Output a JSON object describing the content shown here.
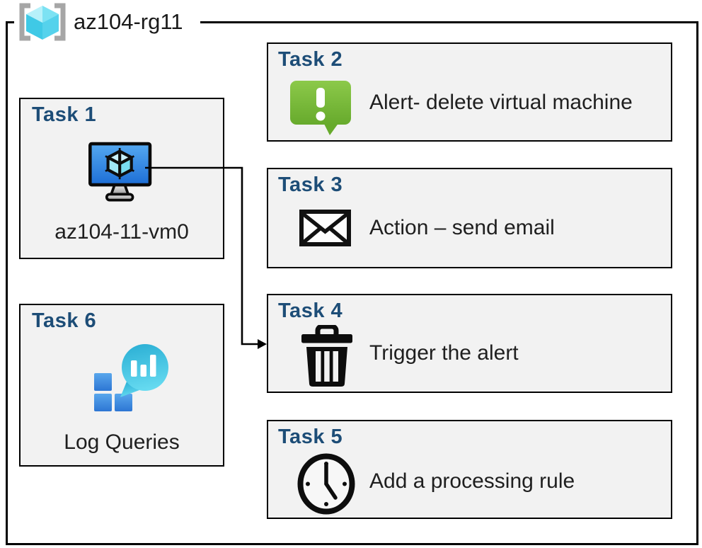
{
  "header": {
    "resource_group_label": "az104-rg11",
    "resource_group_icon": "resource-group-icon"
  },
  "tasks": [
    {
      "id": "task1",
      "title": "Task 1",
      "label": "az104-11-vm0",
      "icon": "virtual-machine-icon"
    },
    {
      "id": "task2",
      "title": "Task 2",
      "label": "Alert- delete virtual machine",
      "icon": "alert-icon"
    },
    {
      "id": "task3",
      "title": "Task 3",
      "label": "Action – send email",
      "icon": "email-icon"
    },
    {
      "id": "task4",
      "title": "Task 4",
      "label": "Trigger the alert",
      "icon": "trash-icon"
    },
    {
      "id": "task5",
      "title": "Task 5",
      "label": "Add a processing rule",
      "icon": "clock-icon"
    },
    {
      "id": "task6",
      "title": "Task 6",
      "label": "Log Queries",
      "icon": "log-queries-icon"
    }
  ],
  "connector": {
    "from": "task1",
    "to": "task4"
  },
  "colors": {
    "title_blue": "#1d4d77",
    "box_fill": "#f2f2f2",
    "box_border": "#000000",
    "alert_green_top": "#8cc94a",
    "alert_green_bottom": "#67aa2c",
    "vm_screen_top": "#55a9f0",
    "vm_screen_bottom": "#1d6ed6",
    "log_cyan_top": "#2cb0d5",
    "log_cyan_bottom": "#67dbf1",
    "log_square_top": "#59a7ec",
    "log_square_bottom": "#2d76d4",
    "bracket_gray": "#a6a6a6",
    "cube_cyan_light": "#b7f1fa",
    "cube_cyan_mid": "#7ce2f3",
    "cube_cyan_dark": "#3fc9e6"
  }
}
